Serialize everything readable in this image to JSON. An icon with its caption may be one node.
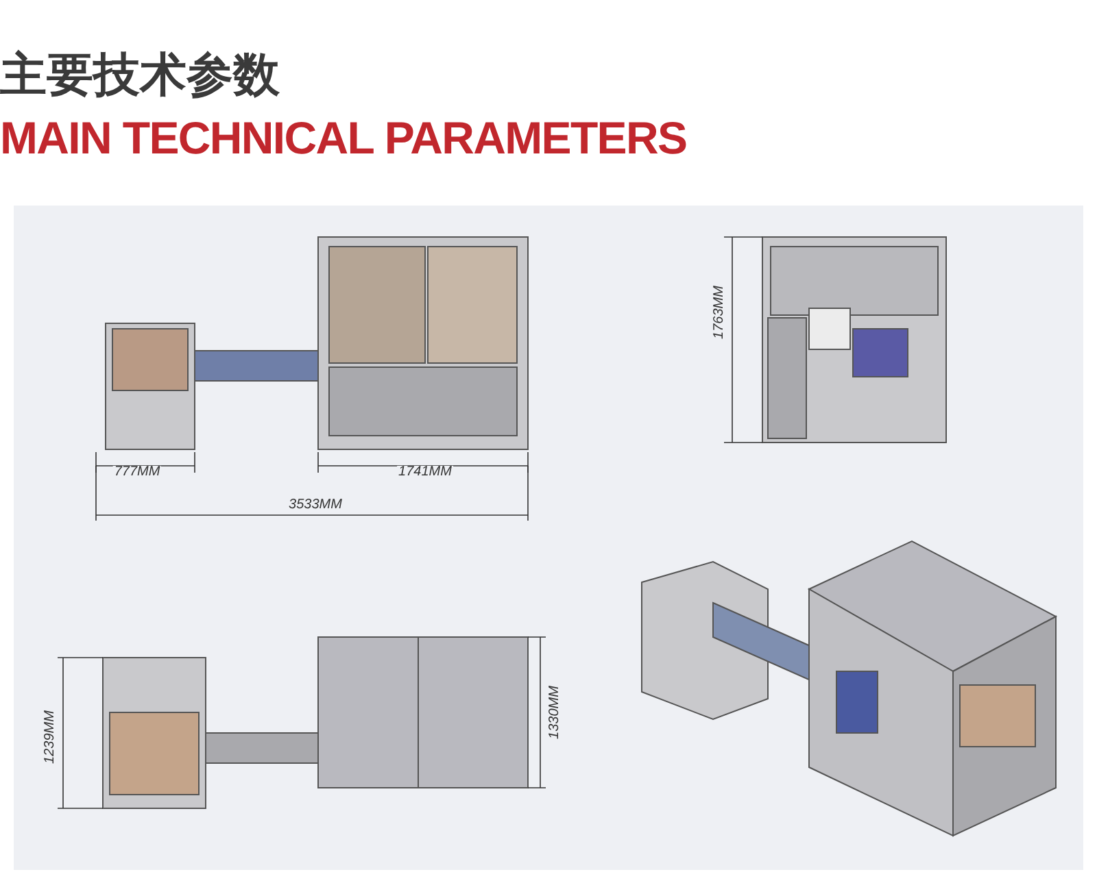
{
  "diagram": {
    "title": "主要技术参数",
    "labels": [
      "MAIN TECHNICAL PARAMETERS",
      "777MM",
      "1741MM",
      "3533MM",
      "1763MM",
      "1239MM",
      "1330MM"
    ]
  }
}
